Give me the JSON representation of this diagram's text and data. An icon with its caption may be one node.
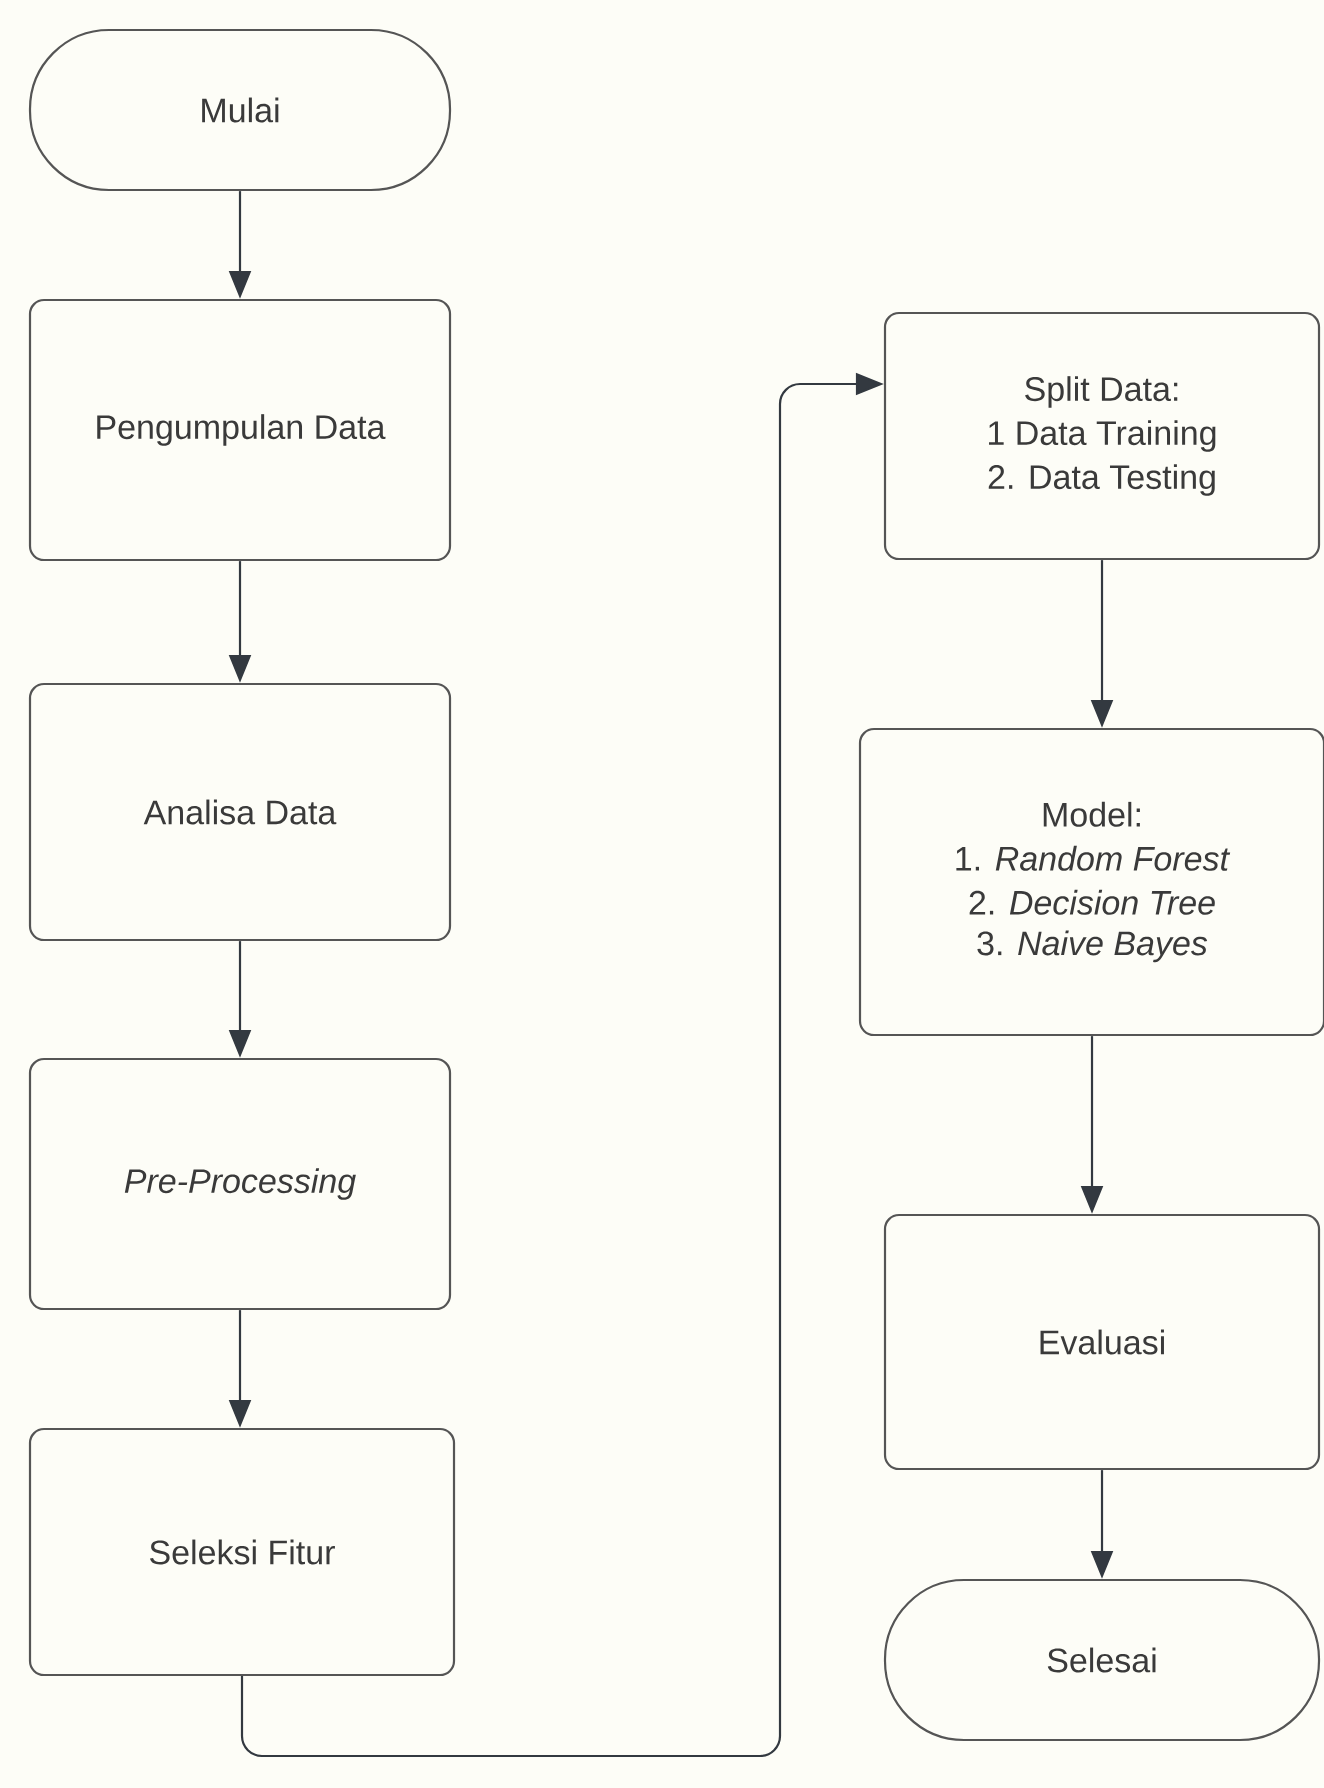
{
  "diagram": {
    "nodes": [
      {
        "text": [
          "Mulai"
        ]
      },
      {
        "text": [
          "Pengumpulan Data"
        ]
      },
      {
        "text": [
          "Analisa Data"
        ]
      },
      {
        "text": [
          "Pre-Processing"
        ]
      },
      {
        "text": [
          "Seleksi Fitur"
        ]
      },
      {
        "text": [
          "Split Data:",
          "1 Data Training",
          "2. Data Testing"
        ]
      },
      {
        "text": [
          "Model:",
          "1. *Random Forest*",
          "2. *Decision Tree*",
          "3. *Naive Bayes*"
        ]
      },
      {
        "text": [
          "Evaluasi"
        ]
      },
      {
        "text": [
          "Selesai"
        ]
      }
    ],
    "edges": [
      {
        "from": 0,
        "to": 1,
        "arrow": "to"
      },
      {
        "from": 1,
        "to": 2,
        "arrow": "to"
      },
      {
        "from": 2,
        "to": 3,
        "arrow": "to"
      },
      {
        "from": 3,
        "to": 4,
        "arrow": "to"
      },
      {
        "from": 4,
        "to": 5,
        "arrow": "to"
      },
      {
        "from": 5,
        "to": 6,
        "arrow": "to"
      },
      {
        "from": 6,
        "to": 7,
        "arrow": "to"
      },
      {
        "from": 7,
        "to": 8,
        "arrow": "to"
      }
    ]
  }
}
